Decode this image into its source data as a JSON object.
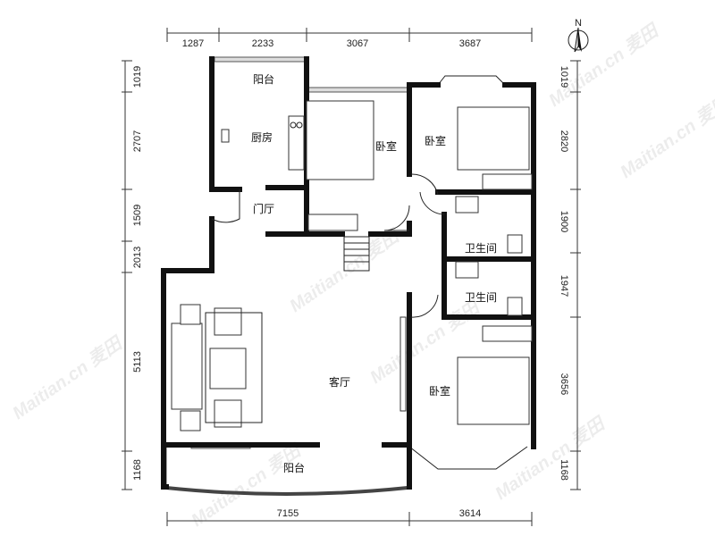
{
  "title": "Floor plan",
  "compass": {
    "label": "N"
  },
  "dimensions": {
    "top": [
      "1287",
      "2233",
      "3067",
      "3687"
    ],
    "bottom": [
      "7155",
      "3614"
    ],
    "left": [
      "1019",
      "2707",
      "1509",
      "2013",
      "5113",
      "1168"
    ],
    "right": [
      "1019",
      "2820",
      "1900",
      "1947",
      "3656",
      "1168"
    ]
  },
  "rooms": {
    "balcony_top": "阳台",
    "kitchen": "厨房",
    "foyer": "门厅",
    "bedroom_1": "卧室",
    "bedroom_2": "卧室",
    "bathroom_1": "卫生间",
    "bathroom_2": "卫生间",
    "living_room": "客厅",
    "bedroom_3": "卧室",
    "balcony_bottom": "阳台"
  },
  "watermark": "Maitian.cn 麦田"
}
